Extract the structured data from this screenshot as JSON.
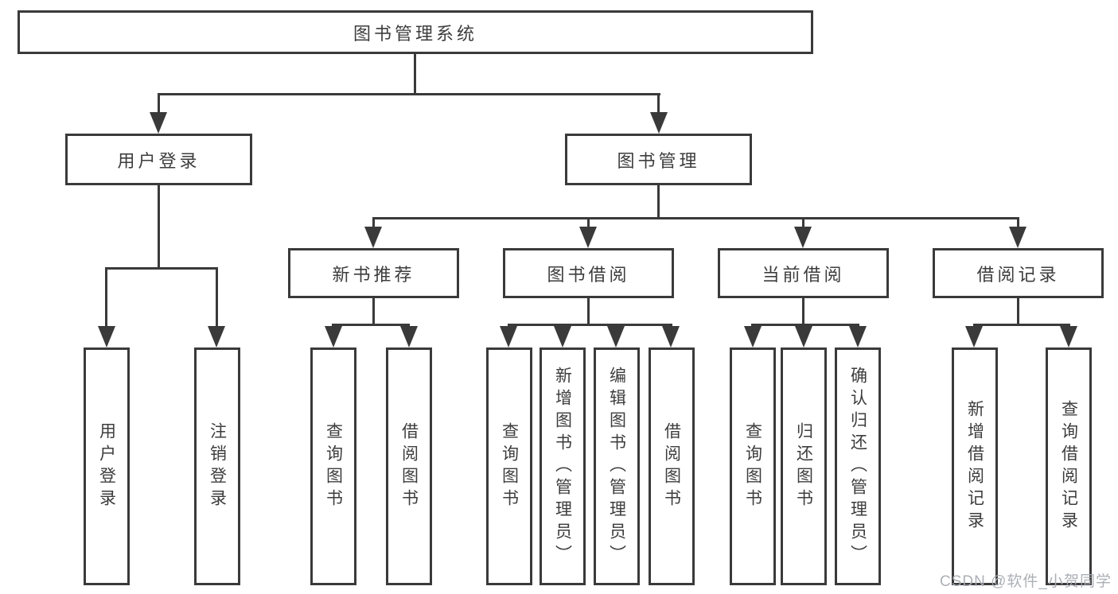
{
  "diagram": {
    "type": "hierarchy-tree",
    "title": "图书管理系统"
  },
  "nodes": {
    "root": {
      "label": "图书管理系统"
    },
    "level2": [
      {
        "id": "user-login",
        "label": "用户登录",
        "parent": "图书管理系统"
      },
      {
        "id": "book-management",
        "label": "图书管理",
        "parent": "图书管理系统"
      }
    ],
    "level3": [
      {
        "id": "new-book-recommendation",
        "label": "新书推荐",
        "parent": "图书管理"
      },
      {
        "id": "book-borrowing",
        "label": "图书借阅",
        "parent": "图书管理"
      },
      {
        "id": "current-borrowing",
        "label": "当前借阅",
        "parent": "图书管理"
      },
      {
        "id": "borrowing-records",
        "label": "借阅记录",
        "parent": "图书管理"
      }
    ],
    "leaves": [
      {
        "label": "用户登录",
        "parent": "用户登录"
      },
      {
        "label": "注销登录",
        "parent": "用户登录"
      },
      {
        "label": "查询图书",
        "parent": "新书推荐"
      },
      {
        "label": "借阅图书",
        "parent": "新书推荐"
      },
      {
        "label": "查询图书",
        "parent": "图书借阅"
      },
      {
        "label": "新增图书（管理员）",
        "parent": "图书借阅"
      },
      {
        "label": "编辑图书（管理员）",
        "parent": "图书借阅"
      },
      {
        "label": "借阅图书",
        "parent": "图书借阅"
      },
      {
        "label": "查询图书",
        "parent": "当前借阅"
      },
      {
        "label": "归还图书",
        "parent": "当前借阅"
      },
      {
        "label": "确认归还（管理员）",
        "parent": "当前借阅"
      },
      {
        "label": "新增借阅记录",
        "parent": "借阅记录"
      },
      {
        "label": "查询借阅记录",
        "parent": "借阅记录"
      }
    ]
  },
  "watermark": {
    "text": "CSDN @软件_小贺同学"
  },
  "colors": {
    "line": "#3a3a3a",
    "text": "#3d3d3d",
    "box_fill": "#ffffff",
    "background": "#ffffff",
    "watermark": "#a8acb2"
  }
}
